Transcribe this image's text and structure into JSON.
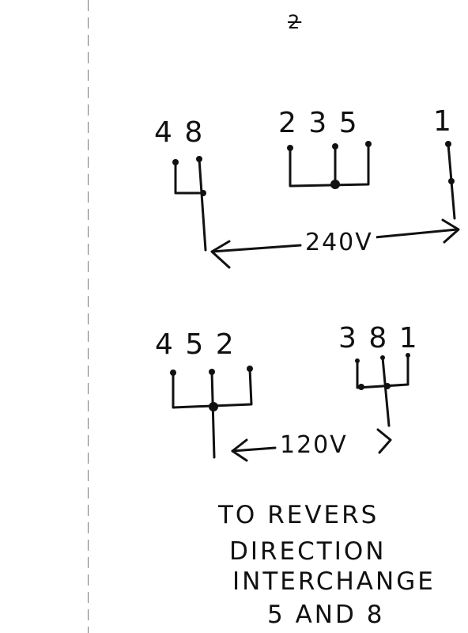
{
  "top_mark": "2",
  "config_240": {
    "group_a_label": "4 8",
    "group_b_label": "2 3 5",
    "group_c_label": "1",
    "voltage": "240V"
  },
  "config_120": {
    "group_a_label": "4 5 2",
    "group_b_label": "3 8 1",
    "voltage": "120V"
  },
  "note": {
    "line1": "TO REVERS",
    "line2": "DIRECTION",
    "line3": "INTERCHANGE",
    "line4": "5 AND 8"
  }
}
